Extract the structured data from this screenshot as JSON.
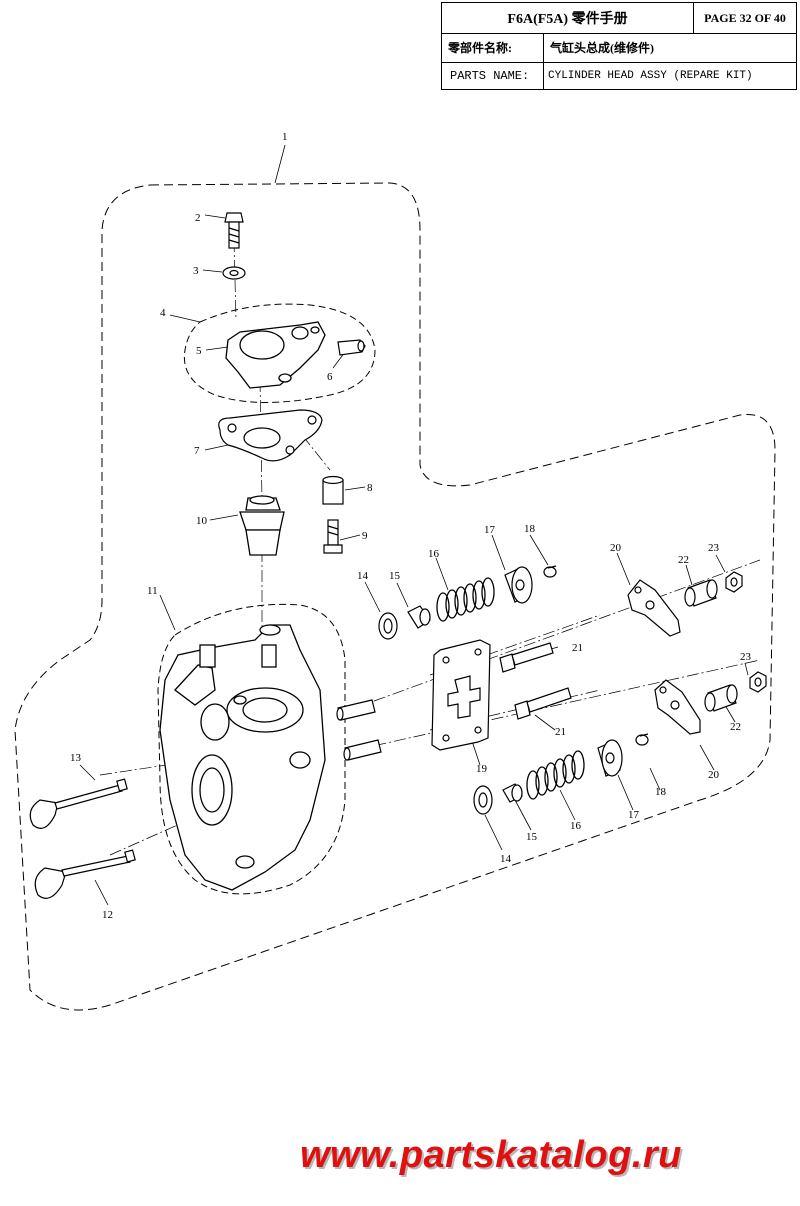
{
  "title_block": {
    "model": "F6A(F5A) 零件手册",
    "page": "PAGE 32 OF 40",
    "cn_label": "零部件名称:",
    "cn_name": "气缸头总成(维修件)",
    "en_label": "PARTS NAME:",
    "en_name": "CYLINDER HEAD ASSY (REPARE KIT)"
  },
  "callouts": {
    "c1": "1",
    "c2": "2",
    "c3": "3",
    "c4": "4",
    "c5": "5",
    "c6": "6",
    "c7": "7",
    "c8": "8",
    "c9": "9",
    "c10": "10",
    "c11": "11",
    "c12": "12",
    "c13": "13",
    "c14a": "14",
    "c15a": "15",
    "c16a": "16",
    "c17a": "17",
    "c18a": "18",
    "c20a": "20",
    "c22a": "22",
    "c23a": "23",
    "c21a": "21",
    "c23b": "23",
    "c22b": "22",
    "c21b": "21",
    "c19": "19",
    "c20b": "20",
    "c18b": "18",
    "c17b": "17",
    "c16b": "16",
    "c15b": "15",
    "c14b": "14"
  },
  "watermark": "www.partskatalog.ru"
}
